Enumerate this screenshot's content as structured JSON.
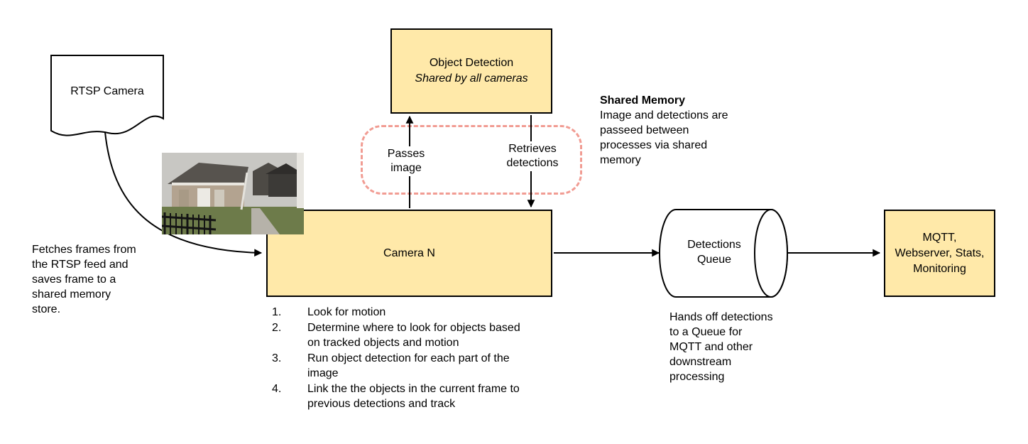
{
  "colors": {
    "node_fill": "#FFE9A9",
    "node_border": "#000000",
    "shared_memory_outline": "#F19C93",
    "arrow": "#000000",
    "background": "#FFFFFF"
  },
  "nodes": {
    "rtsp_camera": {
      "label": "RTSP Camera"
    },
    "object_detection": {
      "title": "Object Detection",
      "subtitle": "Shared by all cameras"
    },
    "camera_n": {
      "label": "Camera N",
      "steps": [
        {
          "num": "1.",
          "text": "Look for motion"
        },
        {
          "num": "2.",
          "text": "Determine where to look for objects based on tracked objects and motion"
        },
        {
          "num": "3.",
          "text": "Run object detection for each part of the image"
        },
        {
          "num": "4.",
          "text": "Link the the objects in the current frame to previous detections and track"
        }
      ]
    },
    "detections_queue": {
      "label": "Detections Queue"
    },
    "mqtt": {
      "label": "MQTT, Webserver, Stats, Monitoring"
    }
  },
  "edges": {
    "passes_image": "Passes image",
    "retrieves_detections": "Retrieves detections"
  },
  "notes": {
    "shared_memory": {
      "title": "Shared Memory",
      "lines": [
        "Image and detections are",
        "passeed between",
        "processes via shared",
        "memory"
      ]
    },
    "fetches": {
      "lines": [
        "Fetches frames from",
        "the RTSP feed and",
        "saves frame to a",
        "shared memory",
        "store."
      ]
    },
    "hands_off": {
      "lines": [
        "Hands off detections",
        "to a Queue for",
        "MQTT and other",
        "downstream",
        "processing"
      ]
    }
  },
  "camera_snapshot": {
    "alt": "security camera frame: house with lawn, fence and walkway"
  }
}
